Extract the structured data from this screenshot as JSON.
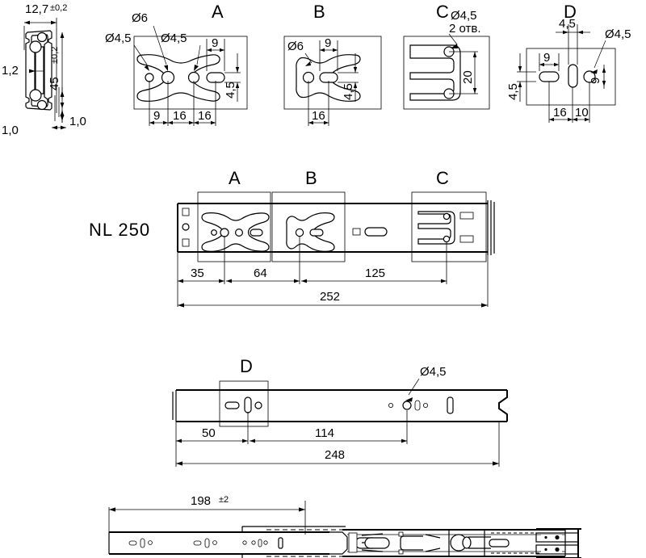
{
  "drawing": {
    "title": "NL 250",
    "detail_labels": {
      "a": "A",
      "b": "B",
      "c": "C",
      "d": "D"
    },
    "cross_section": {
      "width": "12,7 ±0,2",
      "width_value": "12,7",
      "width_tol": "±0,2",
      "height": "45 ±0,2",
      "height_value": "45",
      "height_tol": "±0,2",
      "thickness": "1,2",
      "gap_left": "1,0",
      "gap_right": "1,0"
    },
    "detail_a": {
      "label": "A",
      "callout_hole_small": "Ø4,5",
      "callout_hole_big": "Ø6",
      "callout_hole_mid": "Ø4,5",
      "slot_width": "9",
      "slot_height": "4,5",
      "dim_1": "9",
      "dim_2": "16",
      "dim_3": "16"
    },
    "detail_b": {
      "label": "B",
      "callout_hole_big": "Ø6",
      "slot_width": "9",
      "slot_height": "4,5",
      "dim_1": "16"
    },
    "detail_c": {
      "label": "C",
      "callout_hole": "Ø4,5",
      "callout_qty": "2 отв.",
      "hole_spacing": "20"
    },
    "detail_d": {
      "label": "D",
      "callout_hole": "Ø4,5",
      "slot_v_width": "4,5",
      "slot_h_width": "9",
      "hole_dia_side": "9",
      "dim_1": "16",
      "dim_2": "10",
      "dim_left": "4,5"
    },
    "main_view": {
      "title": "NL 250",
      "labels": {
        "a": "A",
        "b": "B",
        "c": "C"
      },
      "dim_35": "35",
      "dim_64": "64",
      "dim_125": "125",
      "dim_total": "252"
    },
    "middle_view": {
      "label_d": "D",
      "callout_hole": "Ø4,5",
      "dim_50": "50",
      "dim_114": "114",
      "dim_total": "248"
    },
    "bottom_view": {
      "dim_travel_value": "198",
      "dim_travel_tol": "±2"
    },
    "colors": {
      "line": "#000000",
      "background": "#ffffff",
      "detail_box": "#9a9a9a"
    }
  }
}
